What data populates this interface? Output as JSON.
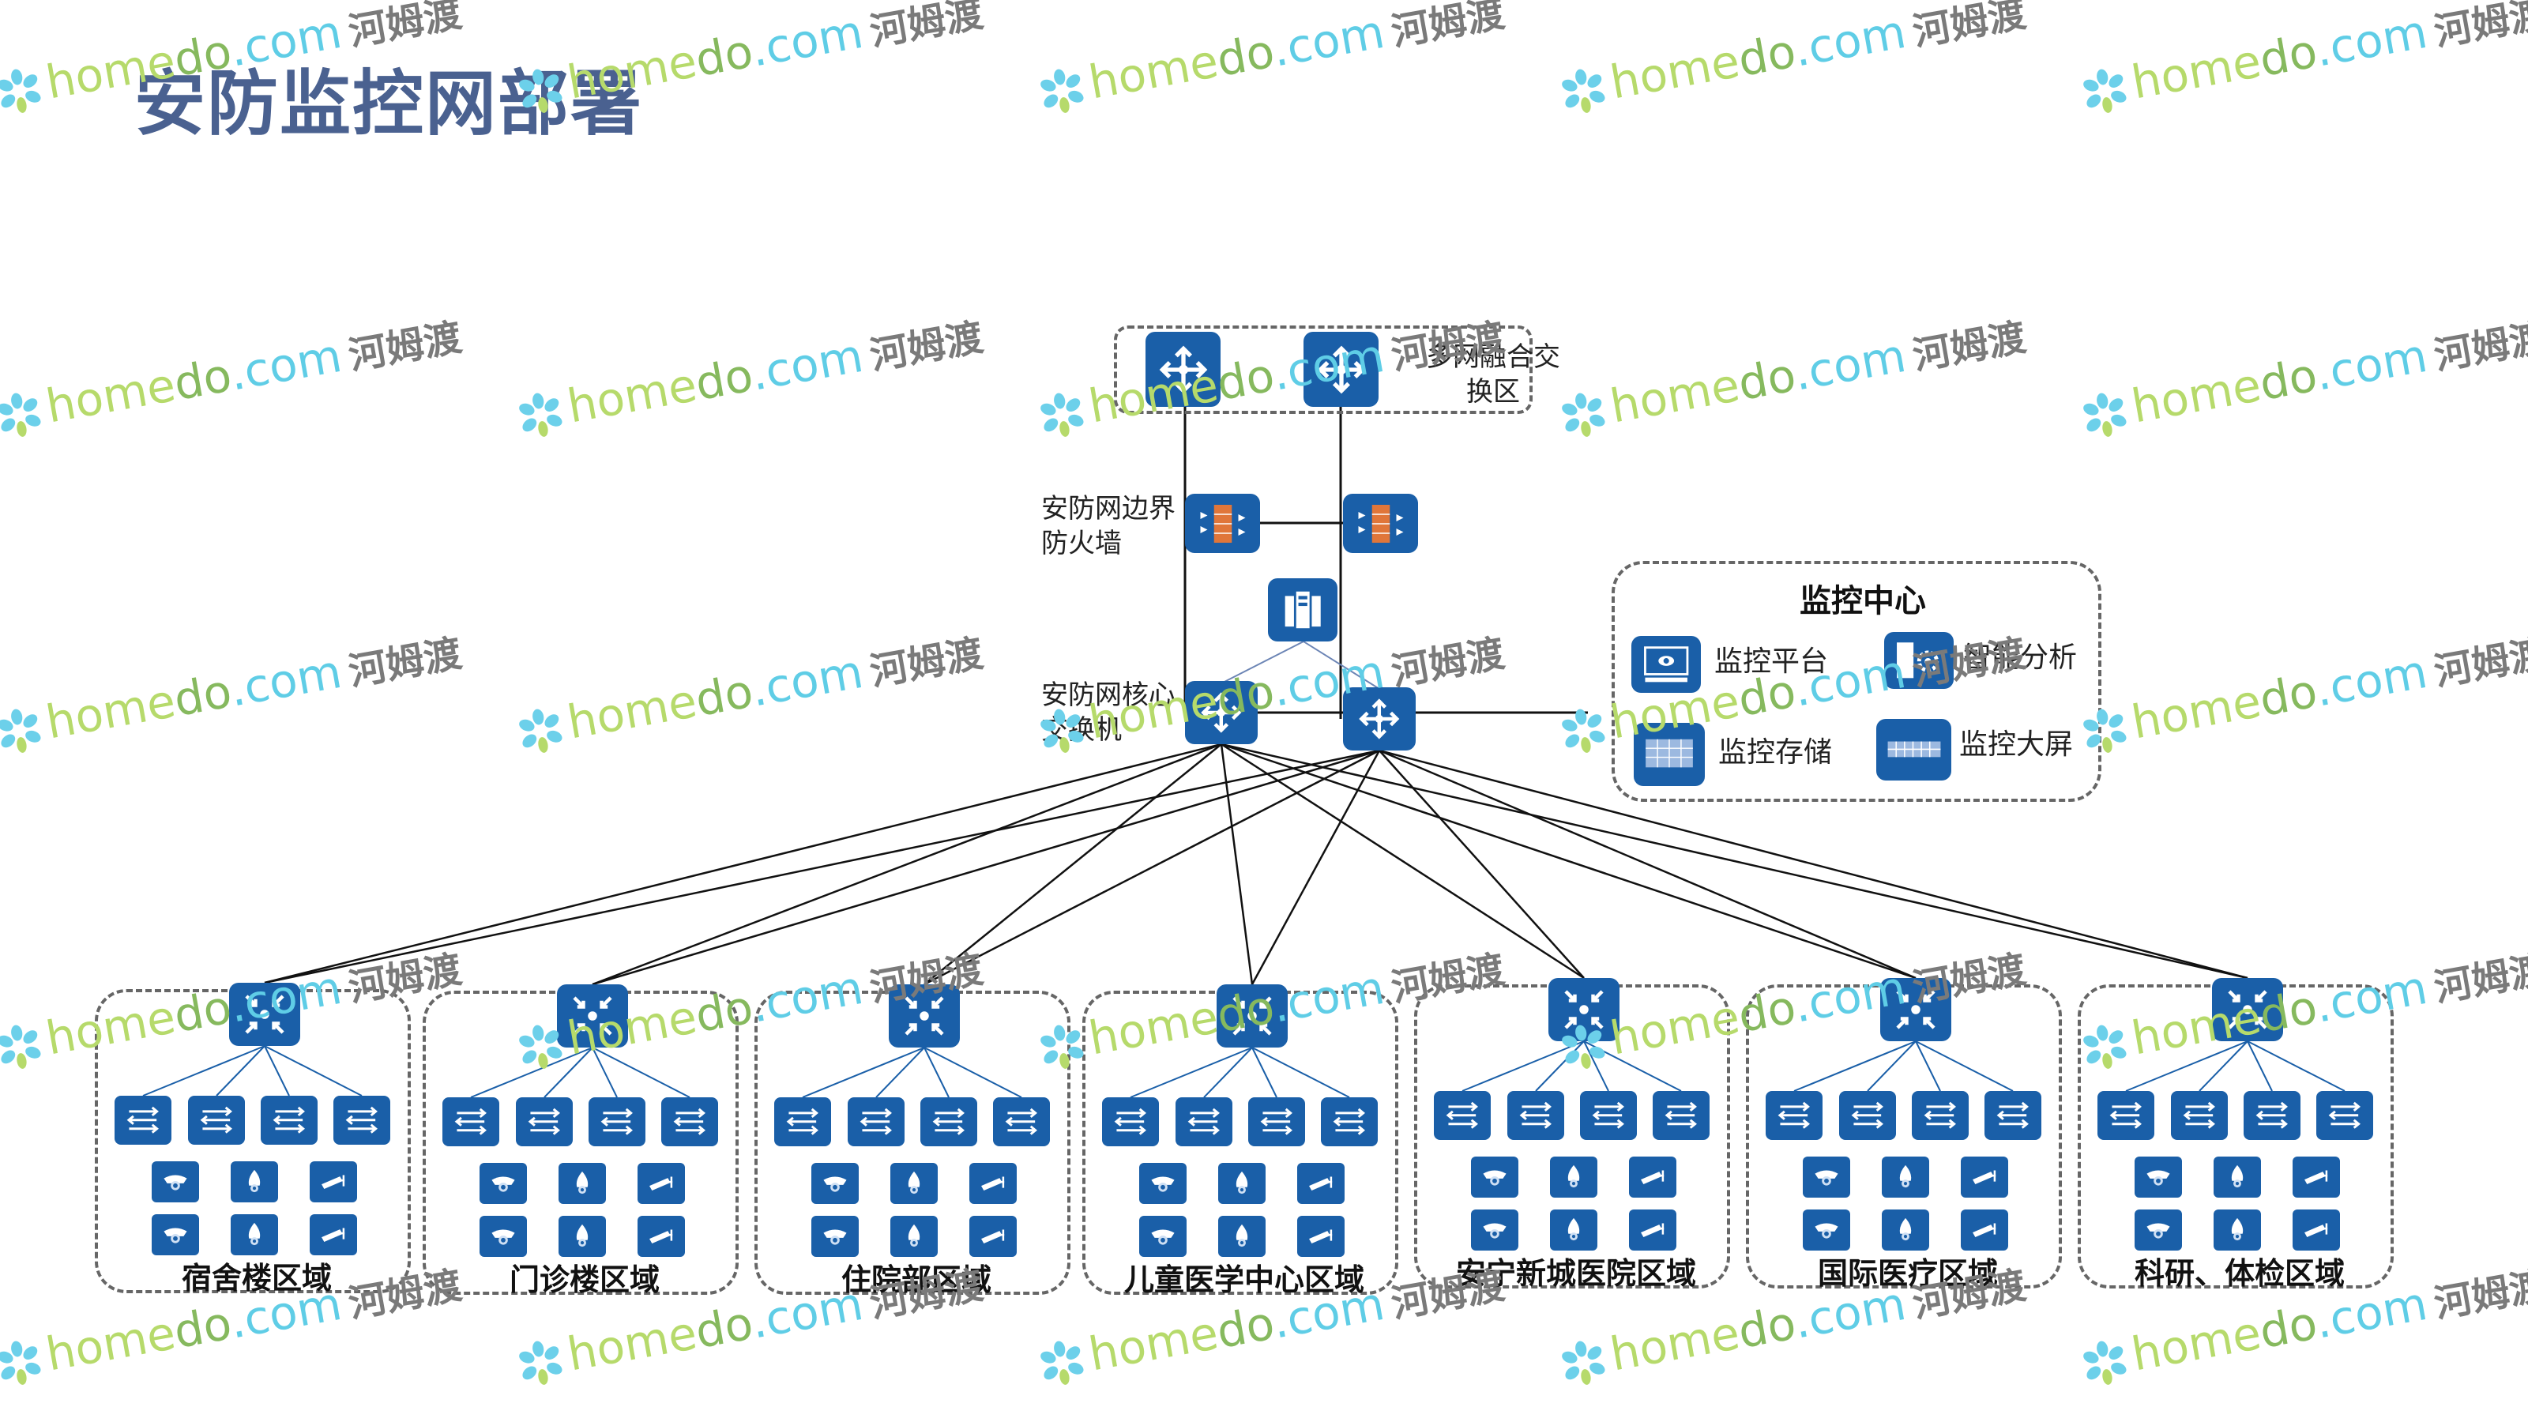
{
  "title": "安防监控网部署",
  "top_zone": {
    "label": "多网融合交换区"
  },
  "labels": {
    "firewall": "安防网边界防火墙",
    "core": "安防网核心交换机"
  },
  "monitor_center": {
    "title": "监控中心",
    "items": [
      {
        "icon": "monitor-eye-icon",
        "label": "监控平台"
      },
      {
        "icon": "analysis-gear-icon",
        "label": "智能分析"
      },
      {
        "icon": "storage-grid-icon",
        "label": "监控存储"
      },
      {
        "icon": "video-wall-icon",
        "label": "监控大屏"
      }
    ]
  },
  "zones": [
    {
      "label": "宿舍楼区域"
    },
    {
      "label": "门诊楼区域"
    },
    {
      "label": "住院部区域"
    },
    {
      "label": "儿童医学中心区域"
    },
    {
      "label": "安宁新城医院区域"
    },
    {
      "label": "国际医疗区域"
    },
    {
      "label": "科研、体检区域"
    }
  ],
  "watermark": {
    "home": "home",
    "do": "do",
    "com": ".com",
    "cn": "河姆渡"
  },
  "colors": {
    "device_blue": "#1a5fa8",
    "title": "#4a6190",
    "firewall_orange": "#e0763a"
  }
}
